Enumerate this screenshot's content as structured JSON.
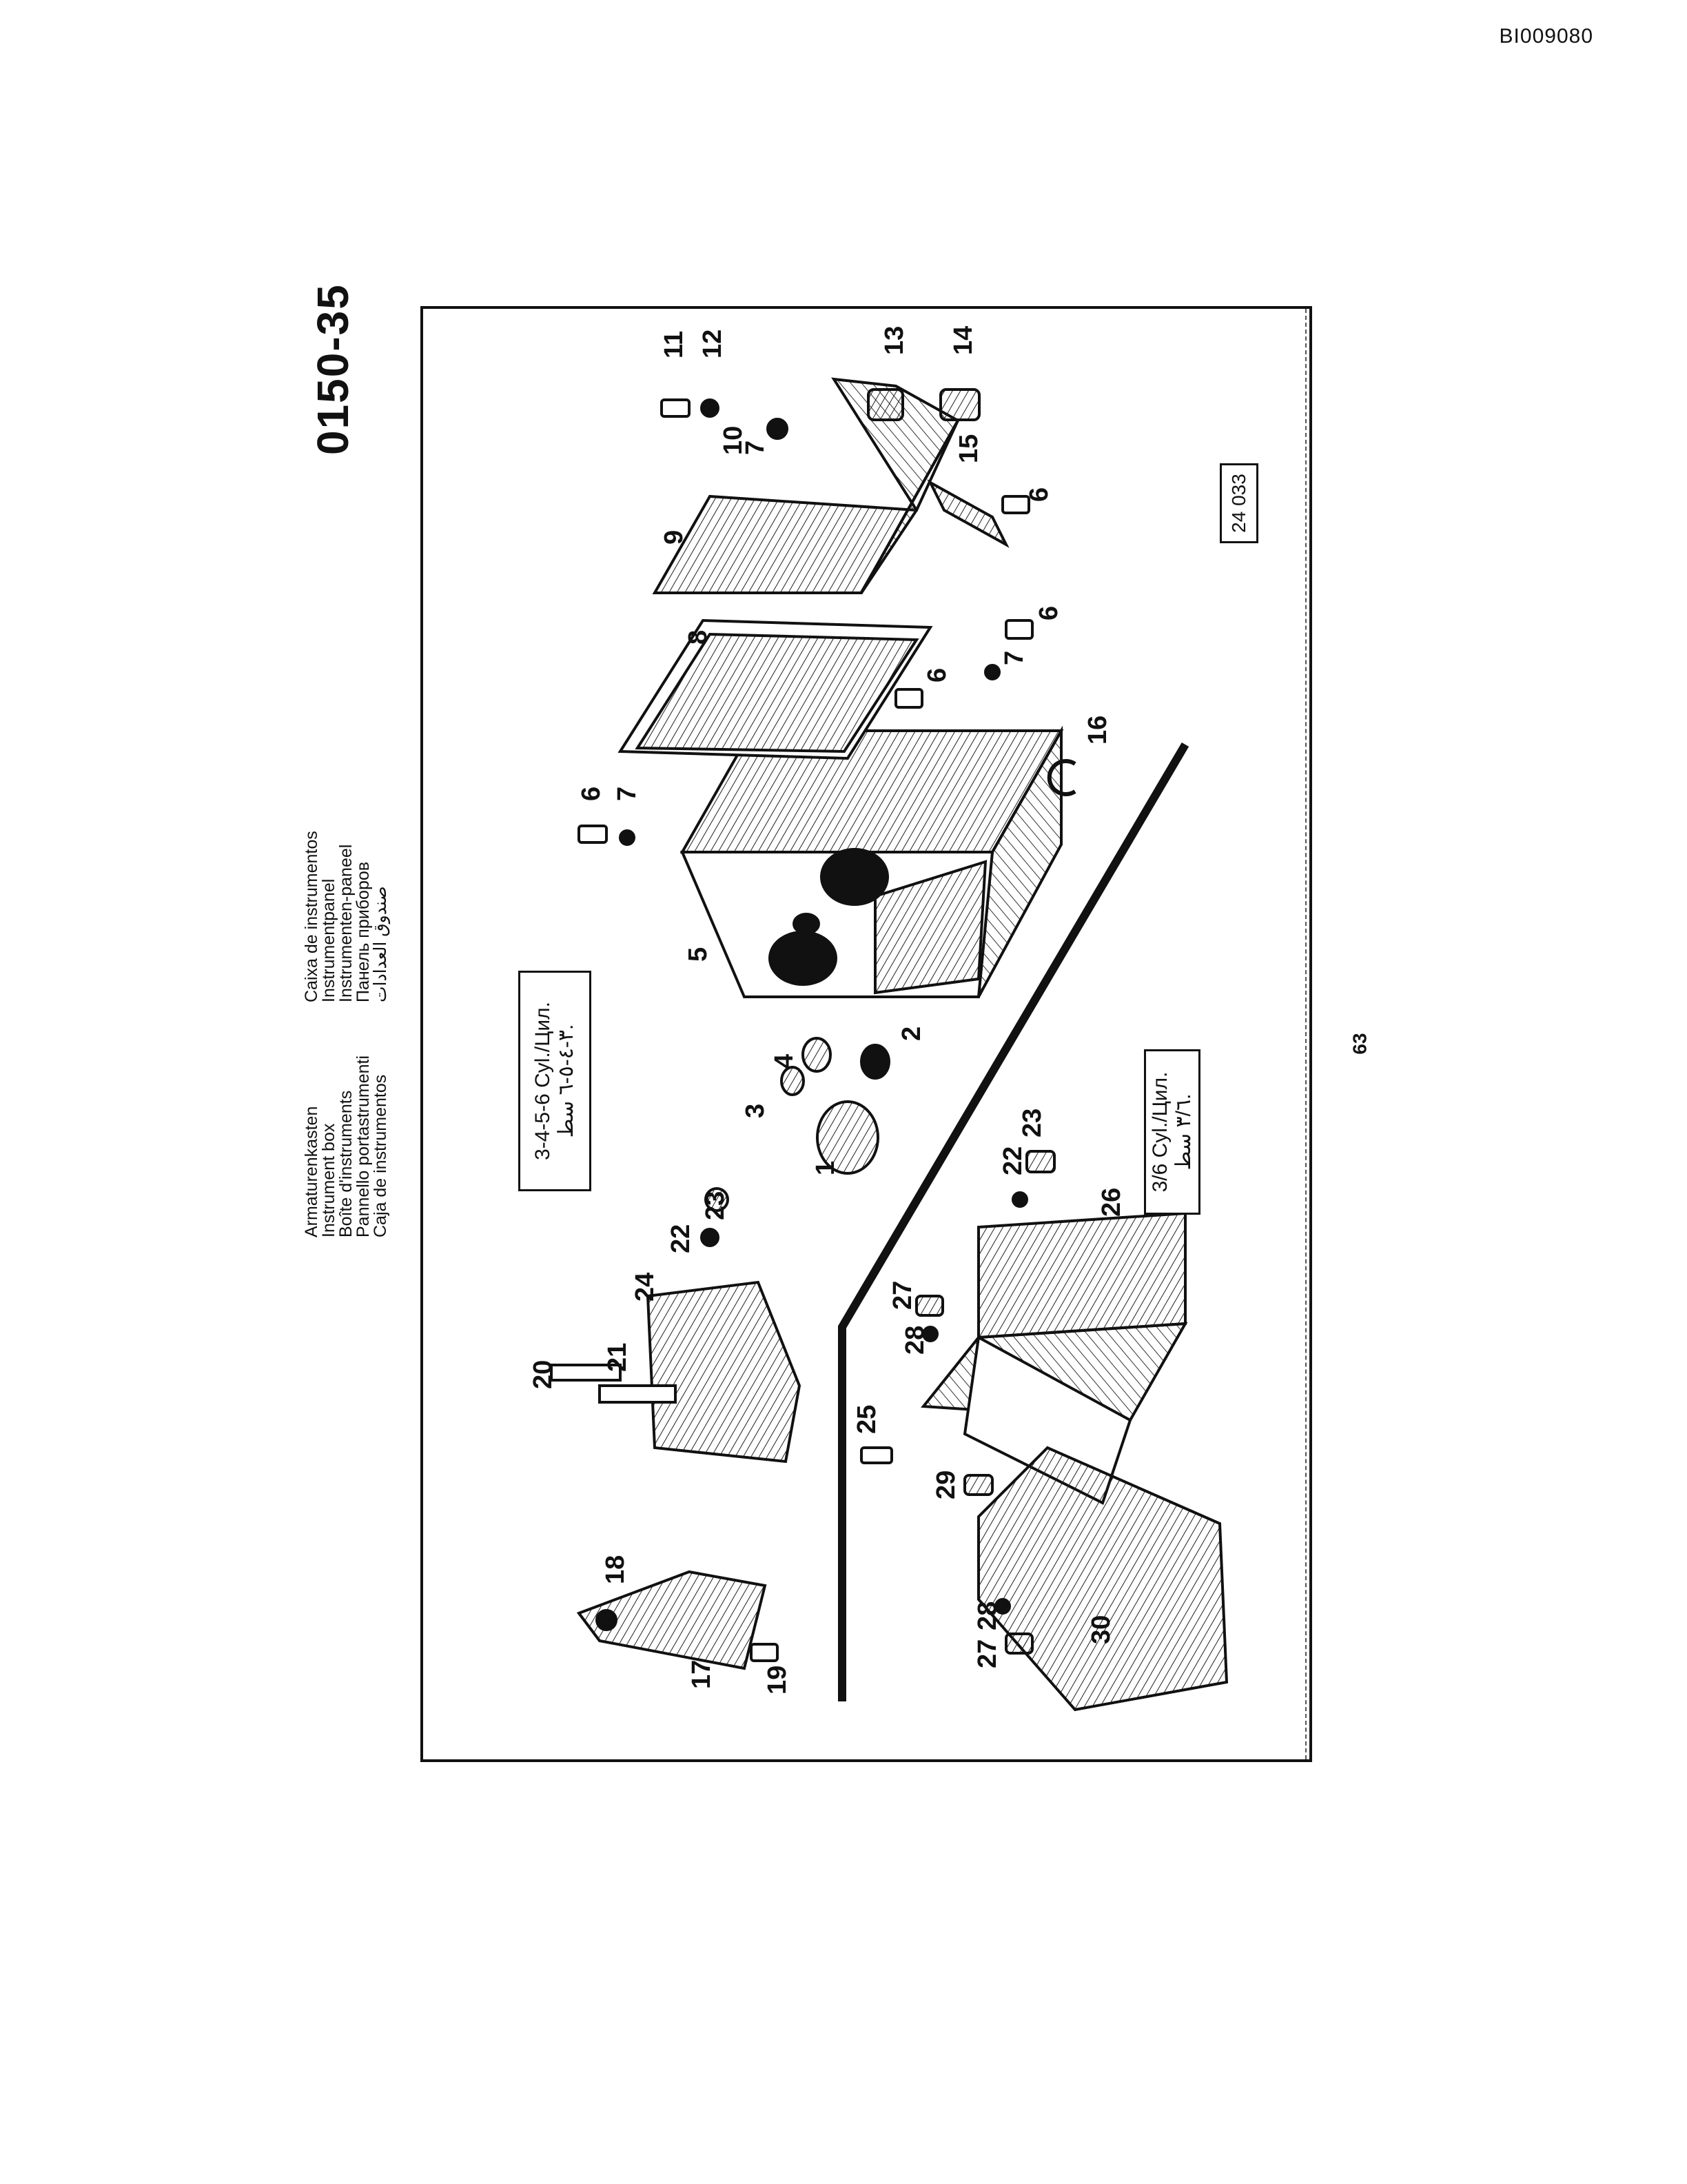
{
  "doc_id": "BI009080",
  "page_number": "63",
  "section_code": "0150-35",
  "reference_number": "24 033",
  "titles": {
    "col1": [
      "Armaturenkasten",
      "Instrument box",
      "Boîte d'instruments",
      "Pannello portastrumenti",
      "Caja de instrumentos"
    ],
    "col2": [
      "Caixa de instrumentos",
      "Instrumentpanel",
      "Instrumenten-paneel",
      "Панель приборов",
      "صندوق العدادات"
    ]
  },
  "variant_a": {
    "line1": "3-4-5-6 Cyl./Цил.",
    "line2": "٣-٤-٥-٦ سط."
  },
  "variant_b": {
    "line1": "3/6 Cyl./Цил.",
    "line2": "٣/٦ سط."
  },
  "callouts": [
    "1",
    "2",
    "3",
    "4",
    "5",
    "6",
    "7",
    "8",
    "9",
    "10",
    "11",
    "12",
    "13",
    "14",
    "15",
    "6",
    "16",
    "6",
    "7",
    "6",
    "7",
    "17",
    "18",
    "19",
    "20",
    "21",
    "22",
    "23",
    "24",
    "22",
    "23",
    "25",
    "26",
    "27",
    "28",
    "29",
    "27",
    "28",
    "30"
  ]
}
